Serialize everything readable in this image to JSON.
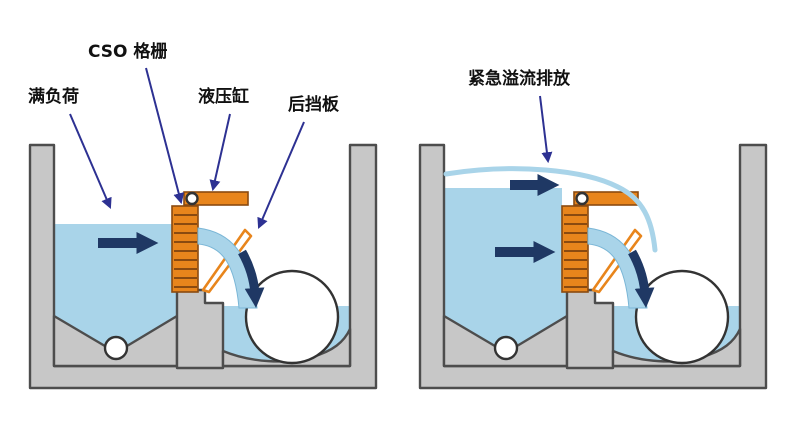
{
  "diagram": {
    "colors": {
      "water": "#a9d4e9",
      "water_edge": "#7ab6d6",
      "wall": "#c7c7c7",
      "wall_outline": "#4d4d4d",
      "device_orange": "#e8851c",
      "device_outline": "#8a4a10",
      "flow_arrow": "#1f3864",
      "label_arrow": "#2d3192",
      "text": "#111111"
    },
    "left_panel": {
      "labels": {
        "full_load": "满负荷",
        "cso_screen": "CSO 格栅",
        "hydraulic_cylinder": "液压缸",
        "back_baffle": "后挡板"
      }
    },
    "right_panel": {
      "labels": {
        "emergency_overflow": "紧急溢流排放"
      }
    }
  }
}
